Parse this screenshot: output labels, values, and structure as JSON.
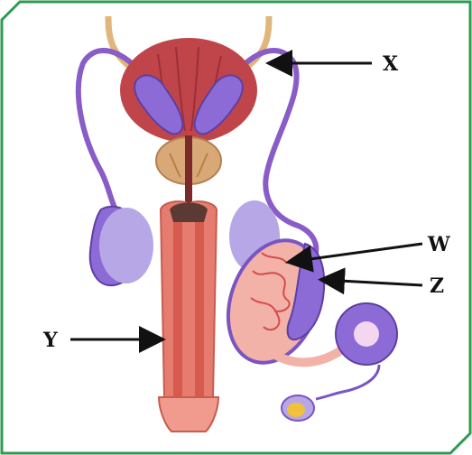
{
  "labels": {
    "x": "X",
    "y": "Y",
    "z": "Z",
    "w": "W"
  },
  "colors": {
    "frame_border": "#2e9b4f",
    "bladder": "#c0454a",
    "vas_deferens": "#8a5cc8",
    "seminal_vesicle": "#8c6bd6",
    "prostate": "#d9a877",
    "penis": "#e57c6f",
    "testis": "#f3b2a8",
    "sperm_head": "#f2c13a",
    "ureter": "#e0b67b"
  }
}
